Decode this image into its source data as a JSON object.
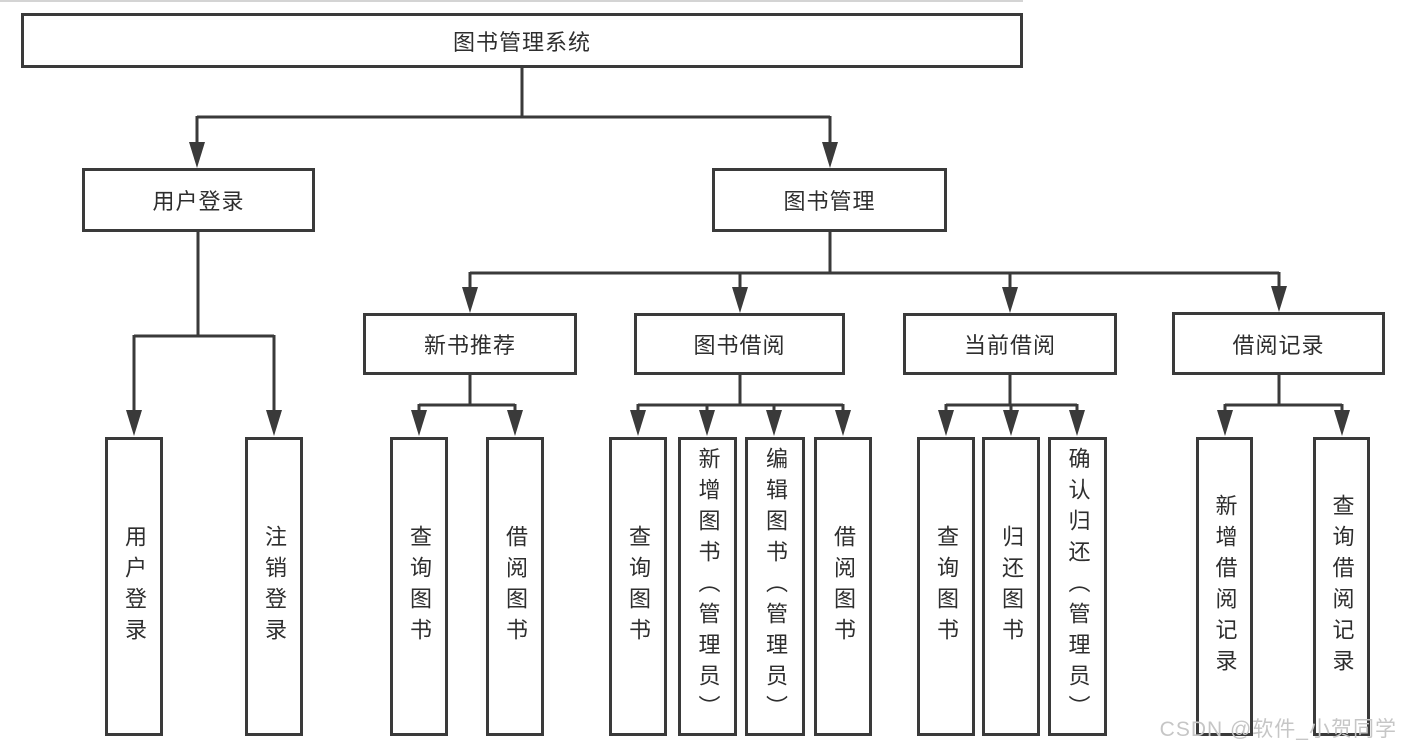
{
  "diagram": {
    "type": "hierarchy-tree",
    "tree": {
      "label": "图书管理系统",
      "children": [
        {
          "label": "用户登录",
          "children": [
            {
              "label": "用户登录"
            },
            {
              "label": "注销登录"
            }
          ]
        },
        {
          "label": "图书管理",
          "children": [
            {
              "label": "新书推荐",
              "children": [
                {
                  "label": "查询图书"
                },
                {
                  "label": "借阅图书"
                }
              ]
            },
            {
              "label": "图书借阅",
              "children": [
                {
                  "label": "查询图书"
                },
                {
                  "label": "新增图书（管理员）"
                },
                {
                  "label": "编辑图书（管理员）"
                },
                {
                  "label": "借阅图书"
                }
              ]
            },
            {
              "label": "当前借阅",
              "children": [
                {
                  "label": "查询图书"
                },
                {
                  "label": "归还图书"
                },
                {
                  "label": "确认归还（管理员）"
                }
              ]
            },
            {
              "label": "借阅记录",
              "children": [
                {
                  "label": "新增借阅记录"
                },
                {
                  "label": "查询借阅记录"
                }
              ]
            }
          ]
        }
      ]
    }
  },
  "watermark": {
    "text": "CSDN @软件_小贺同学"
  },
  "colors": {
    "line": "#3a3a3a",
    "text": "#2e2e2e",
    "box_background": "#ffffff",
    "watermark": "#c6c6c6",
    "page_background": "#ffffff"
  }
}
